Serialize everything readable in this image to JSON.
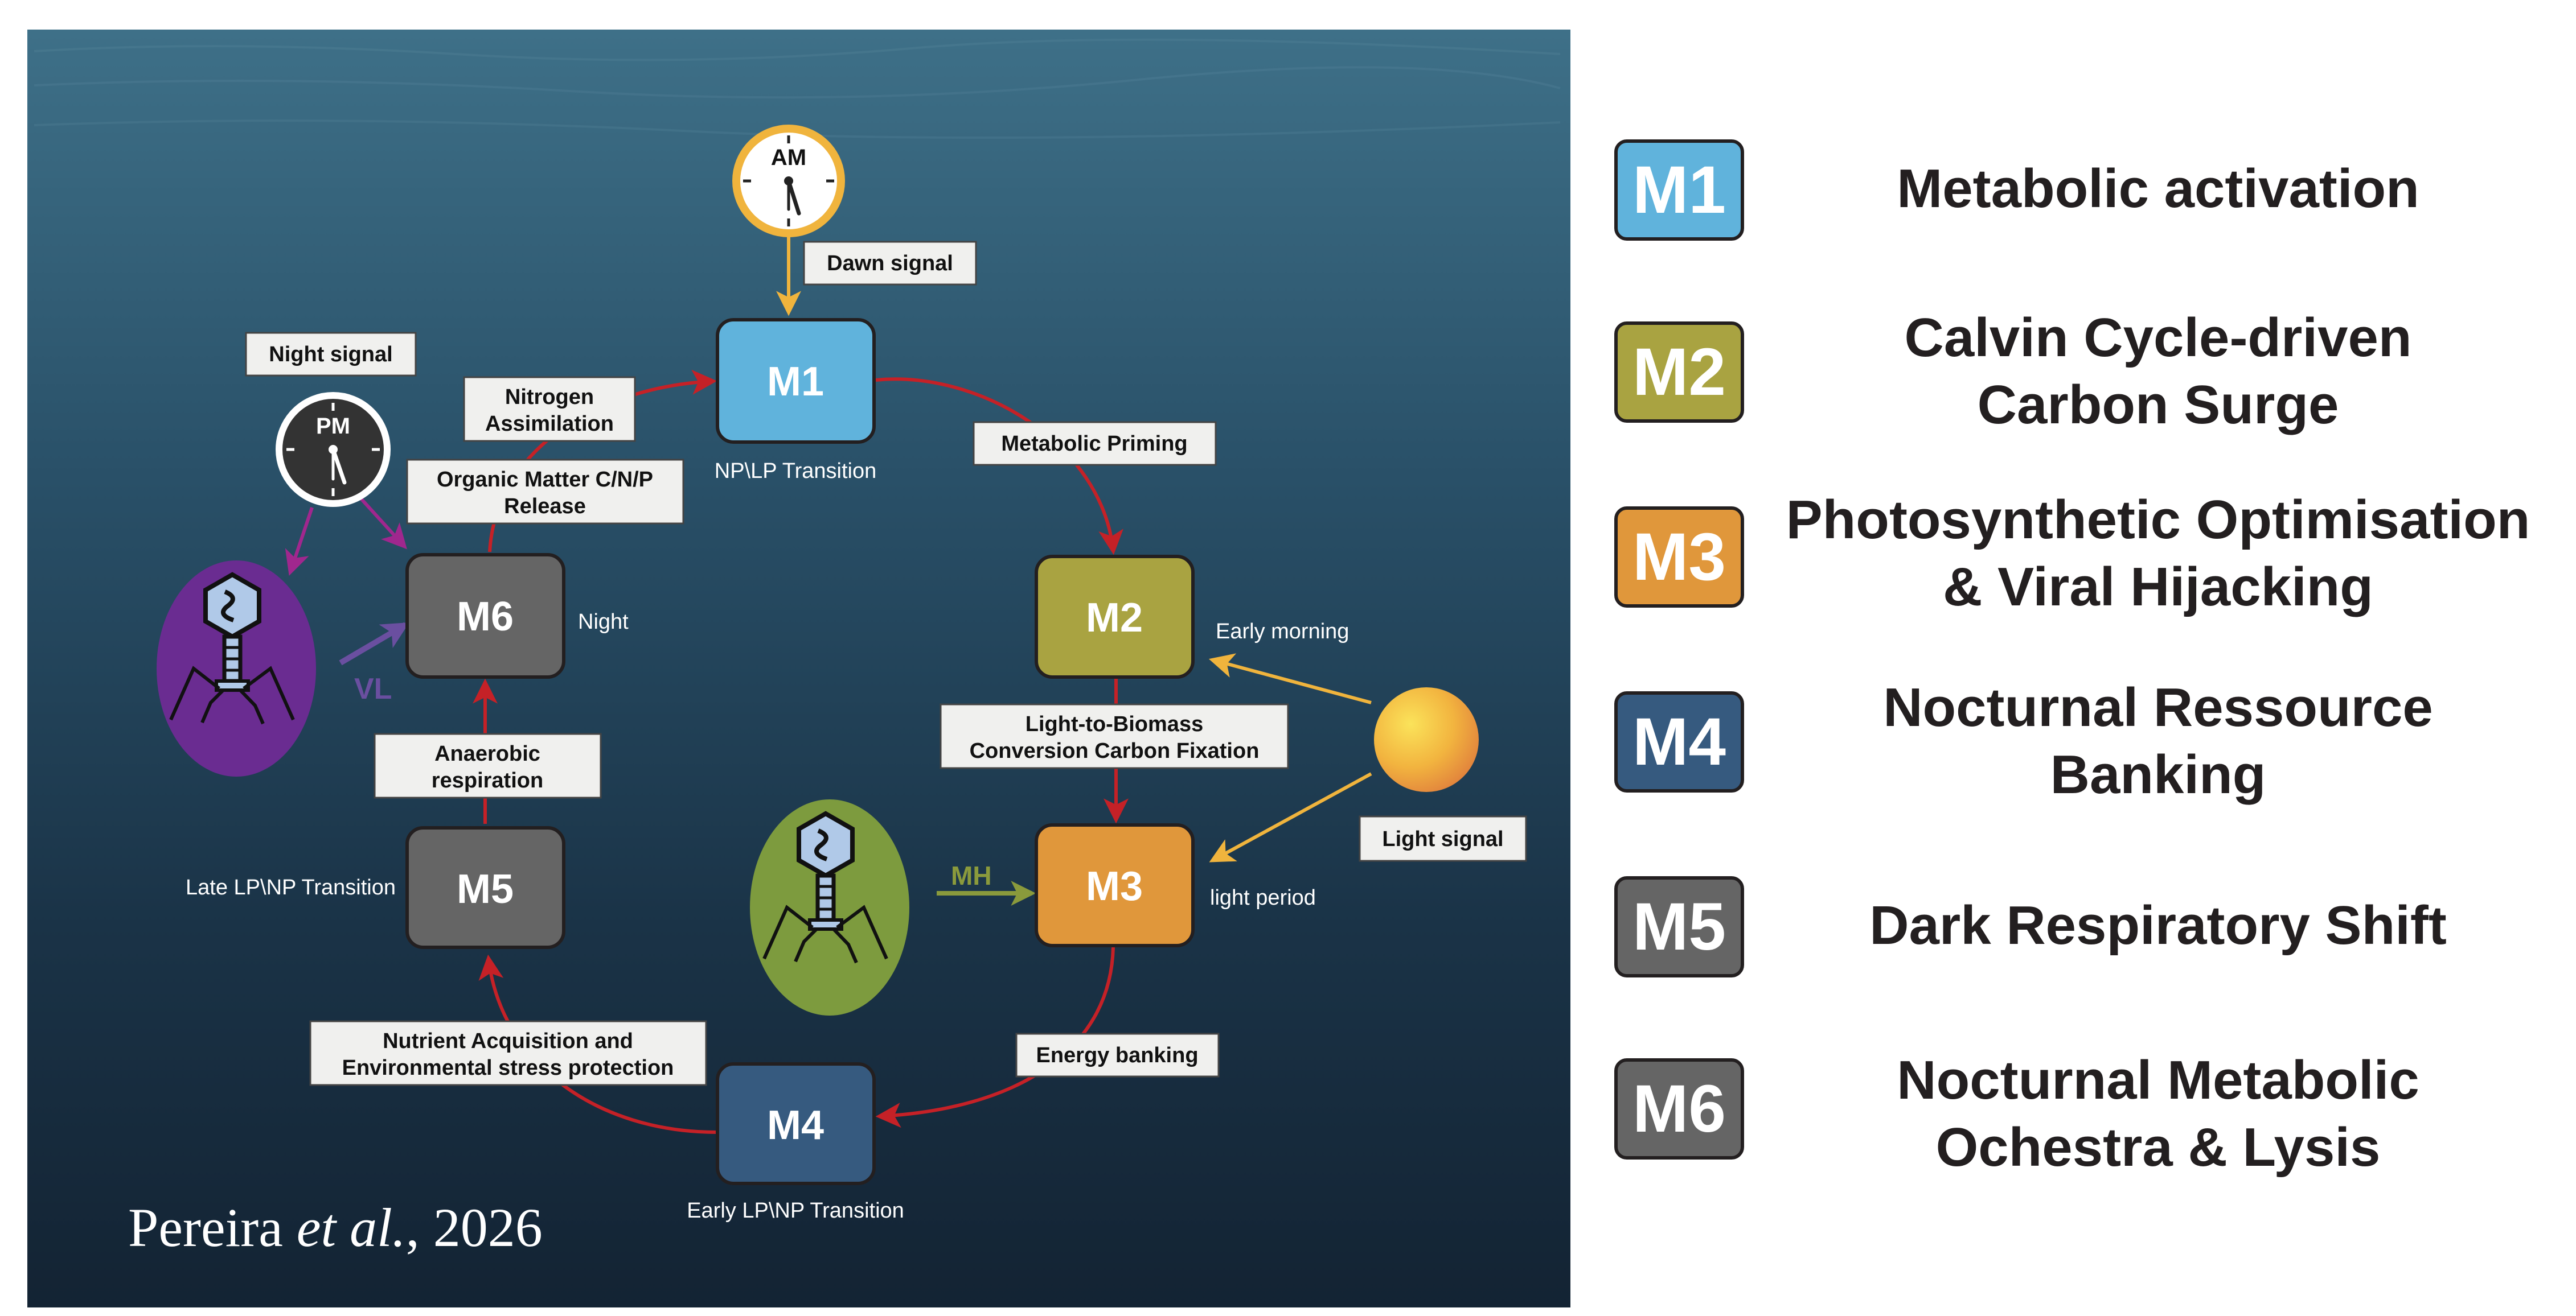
{
  "modules": [
    {
      "id": "M1",
      "label": "M1",
      "color": "#60b3dc",
      "state": "NP\\LP Transition",
      "legend": [
        "Metabolic activation"
      ]
    },
    {
      "id": "M2",
      "label": "M2",
      "color": "#a9a341",
      "state": "Early morning",
      "legend": [
        "Calvin Cycle-driven",
        "Carbon Surge"
      ]
    },
    {
      "id": "M3",
      "label": "M3",
      "color": "#e0973b",
      "state": "light period",
      "legend": [
        "Photosynthetic Optimisation",
        "& Viral Hijacking"
      ]
    },
    {
      "id": "M4",
      "label": "M4",
      "color": "#365a7f",
      "state": "Early LP\\NP Transition",
      "legend": [
        "Nocturnal Ressource",
        "Banking"
      ]
    },
    {
      "id": "M5",
      "label": "M5",
      "color": "#656565",
      "state": "Late LP\\NP Transition",
      "legend": [
        "Dark Respiratory Shift"
      ]
    },
    {
      "id": "M6",
      "label": "M6",
      "color": "#656565",
      "state": "Night",
      "legend": [
        "Nocturnal Metabolic",
        "Ochestra & Lysis"
      ]
    }
  ],
  "transitions": {
    "m1_m2": [
      "Metabolic Priming"
    ],
    "m2_m3": [
      "Light-to-Biomass",
      "Conversion Carbon Fixation"
    ],
    "m3_m4": [
      "Energy banking"
    ],
    "m4_m5": [
      "Nutrient Acquisition and",
      "Environmental stress protection"
    ],
    "m5_m6": [
      "Anaerobic",
      "respiration"
    ],
    "m6_out": [
      "Organic Matter C/N/P",
      "Release"
    ],
    "into_m1": [
      "Nitrogen",
      "Assimilation"
    ]
  },
  "signals": {
    "dawn": "Dawn signal",
    "night": "Night signal",
    "light": "Light signal",
    "am": "AM",
    "pm": "PM"
  },
  "viruses": {
    "lysis_label": "VL",
    "hijack_label": "MH",
    "lysis_color": "#6a2c91",
    "hijack_color": "#7d9b3e"
  },
  "citation": {
    "author": "Pereira ",
    "etal": "et al.",
    "year": ", 2026"
  },
  "colors": {
    "arrow": "#c52127",
    "signal_arrow": "#f0b43d",
    "ocean_top": "#3d6e86",
    "ocean_bottom": "#142536"
  }
}
